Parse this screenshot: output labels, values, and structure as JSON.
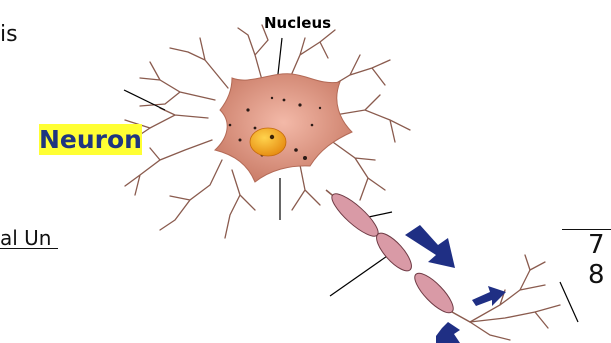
{
  "fragments": {
    "top_left": "is",
    "mid_left": "al Un",
    "right_top": "7",
    "right_bottom": "8"
  },
  "labels": {
    "title": "Neuron",
    "nucleus": "Nucleus"
  },
  "colors": {
    "highlight": "#ffff33",
    "title_text": "#1f3580",
    "cell_body": "#d98c74",
    "nucleus": "#f2a11e",
    "axon_segment": "#d99aa6",
    "arrow": "#1f2f84"
  }
}
